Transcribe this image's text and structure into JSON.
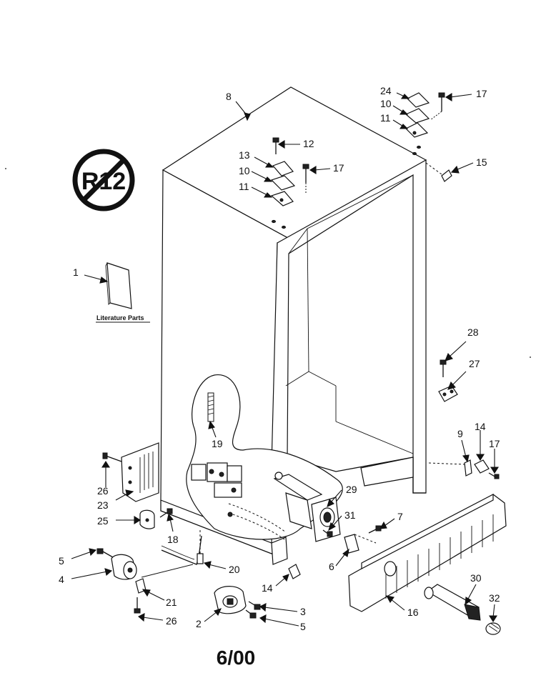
{
  "diagram": {
    "literature_label": "Literature Parts",
    "r12_symbol_text": "R12",
    "footer_date": "6/00",
    "callouts": [
      {
        "id": "c8",
        "text": "8"
      },
      {
        "id": "c24",
        "text": "24"
      },
      {
        "id": "c17a",
        "text": "17"
      },
      {
        "id": "c10a",
        "text": "10"
      },
      {
        "id": "c11a",
        "text": "11"
      },
      {
        "id": "c12",
        "text": "12"
      },
      {
        "id": "c13",
        "text": "13"
      },
      {
        "id": "c17b",
        "text": "17"
      },
      {
        "id": "c10b",
        "text": "10"
      },
      {
        "id": "c11b",
        "text": "11"
      },
      {
        "id": "c15",
        "text": "15"
      },
      {
        "id": "c1",
        "text": "1"
      },
      {
        "id": "c28",
        "text": "28"
      },
      {
        "id": "c27",
        "text": "27"
      },
      {
        "id": "c19",
        "text": "19"
      },
      {
        "id": "c9",
        "text": "9"
      },
      {
        "id": "c14a",
        "text": "14"
      },
      {
        "id": "c17c",
        "text": "17"
      },
      {
        "id": "c26a",
        "text": "26"
      },
      {
        "id": "c23",
        "text": "23"
      },
      {
        "id": "c29",
        "text": "29"
      },
      {
        "id": "c25",
        "text": "25"
      },
      {
        "id": "c31",
        "text": "31"
      },
      {
        "id": "c7",
        "text": "7"
      },
      {
        "id": "c18",
        "text": "18"
      },
      {
        "id": "c6",
        "text": "6"
      },
      {
        "id": "c5a",
        "text": "5"
      },
      {
        "id": "c4",
        "text": "4"
      },
      {
        "id": "c20",
        "text": "20"
      },
      {
        "id": "c14b",
        "text": "14"
      },
      {
        "id": "c30",
        "text": "30"
      },
      {
        "id": "c21",
        "text": "21"
      },
      {
        "id": "c32",
        "text": "32"
      },
      {
        "id": "c3",
        "text": "3"
      },
      {
        "id": "c16",
        "text": "16"
      },
      {
        "id": "c26b",
        "text": "26"
      },
      {
        "id": "c2",
        "text": "2"
      },
      {
        "id": "c5b",
        "text": "5"
      }
    ]
  }
}
